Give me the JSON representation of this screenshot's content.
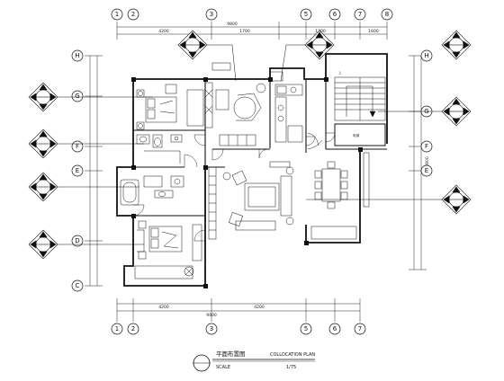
{
  "title": {
    "cn": "平面布置图",
    "en": "COLLOCATION PLAN",
    "scale_label": "SCALE",
    "scale_value": "1/75"
  },
  "grid": {
    "top": [
      "1",
      "2",
      "3",
      "5",
      "6",
      "7",
      "8"
    ],
    "bottom": [
      "1",
      "2",
      "3",
      "5",
      "6",
      "7"
    ],
    "left": [
      "H",
      "G",
      "F",
      "E",
      "D",
      "C"
    ],
    "right": [
      "H",
      "G",
      "F",
      "E"
    ]
  },
  "dimensions": {
    "top_total": "9800",
    "top_segments": [
      "4200",
      "1700",
      "1700",
      "1600"
    ],
    "bottom_total": "9400",
    "bottom_segments": [
      "4200",
      "4200"
    ],
    "right_total": "8800"
  },
  "rooms": {
    "elev": "电梯",
    "stair_label": "上"
  }
}
